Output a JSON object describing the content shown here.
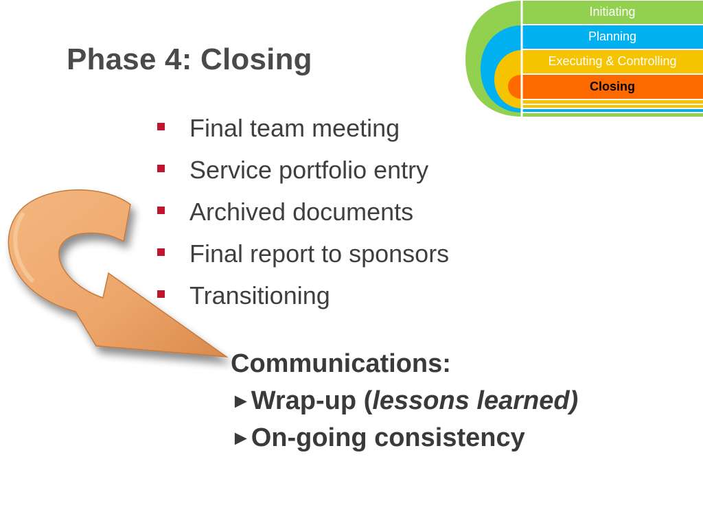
{
  "slide": {
    "title": "Phase 4: Closing",
    "phases": [
      {
        "label": "Initiating",
        "color": "#92d050",
        "text_color": "#ffffff",
        "active": false
      },
      {
        "label": "Planning",
        "color": "#00b0f0",
        "text_color": "#ffffff",
        "active": false
      },
      {
        "label": "Executing & Controlling",
        "color": "#f6c300",
        "text_color": "#ffffff",
        "active": false
      },
      {
        "label": "Closing",
        "color": "#ff6a00",
        "text_color": "#000000",
        "active": true
      }
    ],
    "bullets": [
      "Final team meeting",
      "Service portfolio entry",
      "Archived documents",
      "Final report to sponsors",
      "Transitioning"
    ],
    "communications": {
      "heading": "Communications:",
      "pointer": "►",
      "item1_prefix": "Wrap-up (",
      "item1_italic": "lessons learned)",
      "item2": "On-going consistency"
    }
  },
  "colors": {
    "bullet_marker": "#c0152f",
    "arrow_fill": "#eda56a"
  },
  "icons": [
    "curved-return-arrow-icon",
    "phase-rings-graphic"
  ]
}
